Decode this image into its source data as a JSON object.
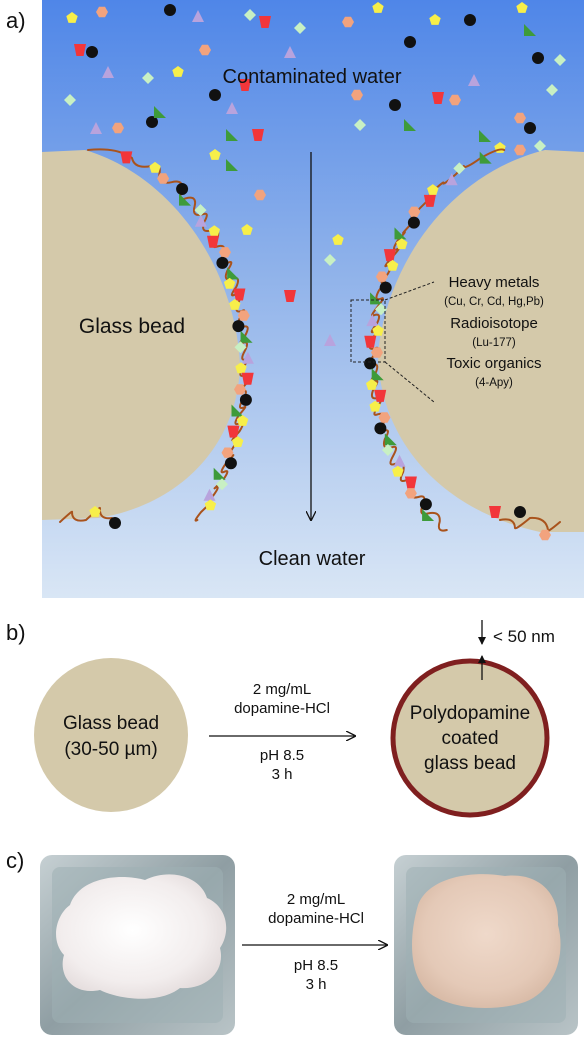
{
  "panel_a": {
    "label": "a)",
    "top_text": "Contaminated water",
    "bottom_text": "Clean water",
    "bead_label": "Glass bead",
    "callout": [
      {
        "text": "Heavy metals",
        "small": false
      },
      {
        "text": "(Cu, Cr, Cd, Hg,Pb)",
        "small": true
      },
      {
        "text": "Radioisotope",
        "small": false
      },
      {
        "text": "(Lu-177)",
        "small": true
      },
      {
        "text": "Toxic organics",
        "small": false
      },
      {
        "text": "(4-Apy)",
        "small": true
      }
    ],
    "colors": {
      "water_top": "#4f86e8",
      "water_bottom": "#d7e4f4",
      "bead": "#d4c9aa",
      "polymer": "#a9531c",
      "contaminants": [
        "#111111",
        "#f2363a",
        "#3e9b3a",
        "#f7ef4a",
        "#f2a37e",
        "#b8a3dd",
        "#c8f0c3"
      ]
    }
  },
  "panel_b": {
    "label": "b)",
    "left_bead": [
      "Glass bead",
      "(30-50 µm)"
    ],
    "arrow_top": [
      "2 mg/mL",
      "dopamine-HCl"
    ],
    "arrow_bottom": [
      "pH 8.5",
      "3 h"
    ],
    "right_bead": [
      "Polydopamine",
      "coated",
      "glass bead"
    ],
    "thickness": "< 50 nm",
    "colors": {
      "bead": "#d4c9aa",
      "coating": "#7f1f1f"
    }
  },
  "panel_c": {
    "label": "c)",
    "arrow_top": [
      "2 mg/mL",
      "dopamine-HCl"
    ],
    "arrow_bottom": [
      "pH 8.5",
      "3 h"
    ],
    "colors": {
      "before_powder": "#f3eeee",
      "after_powder": "#e6cdbd",
      "dish": "#a8b4b8"
    }
  }
}
